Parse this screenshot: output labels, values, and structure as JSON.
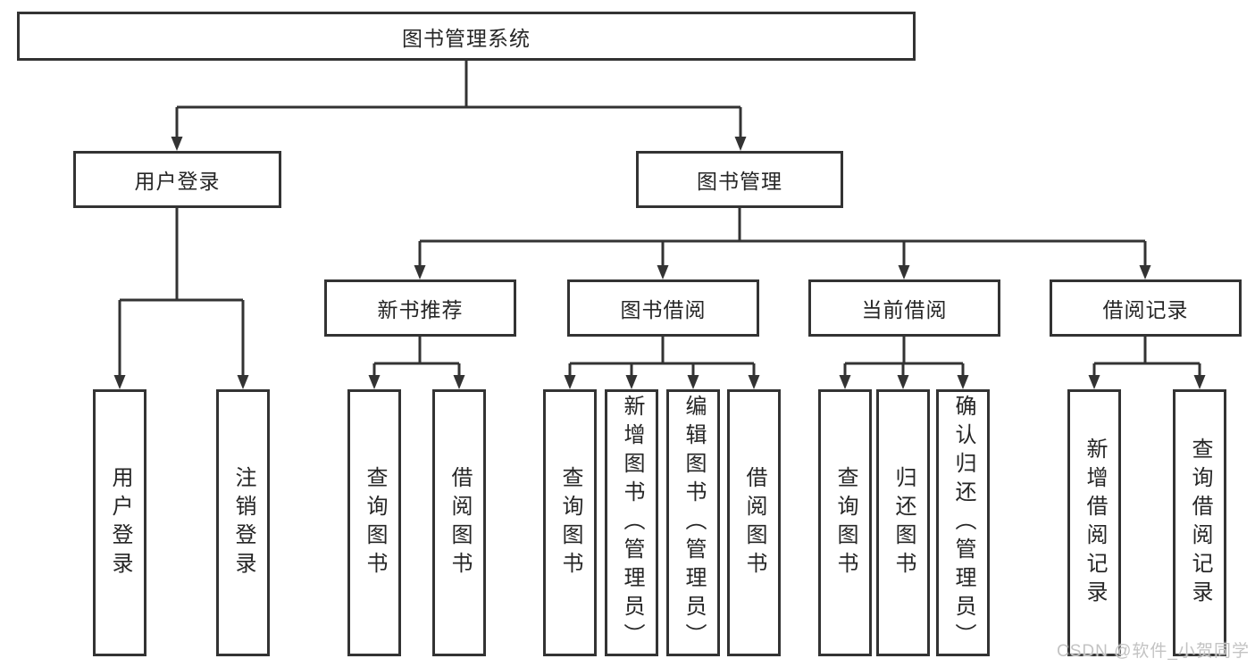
{
  "diagram": {
    "root": "图书管理系统",
    "level2": [
      "用户登录",
      "图书管理"
    ],
    "level3": [
      "新书推荐",
      "图书借阅",
      "当前借阅",
      "借阅记录"
    ],
    "leaves": {
      "user_login": [
        "用户登录",
        "注销登录"
      ],
      "new_book": [
        "查询图书",
        "借阅图书"
      ],
      "book_borrow": [
        "查询图书",
        "新增图书（管理员）",
        "编辑图书（管理员）",
        "借阅图书"
      ],
      "current_borrow": [
        "查询图书",
        "归还图书",
        "确认归还（管理员）"
      ],
      "borrow_record": [
        "新增借阅记录",
        "查询借阅记录"
      ]
    }
  },
  "watermark": {
    "text": "CSDN @软件_小贺同学"
  },
  "colors": {
    "line": "#333333",
    "box_border": "#333333",
    "box_bg": "#ffffff",
    "text": "#262626",
    "watermark": "#c3c3c3"
  }
}
